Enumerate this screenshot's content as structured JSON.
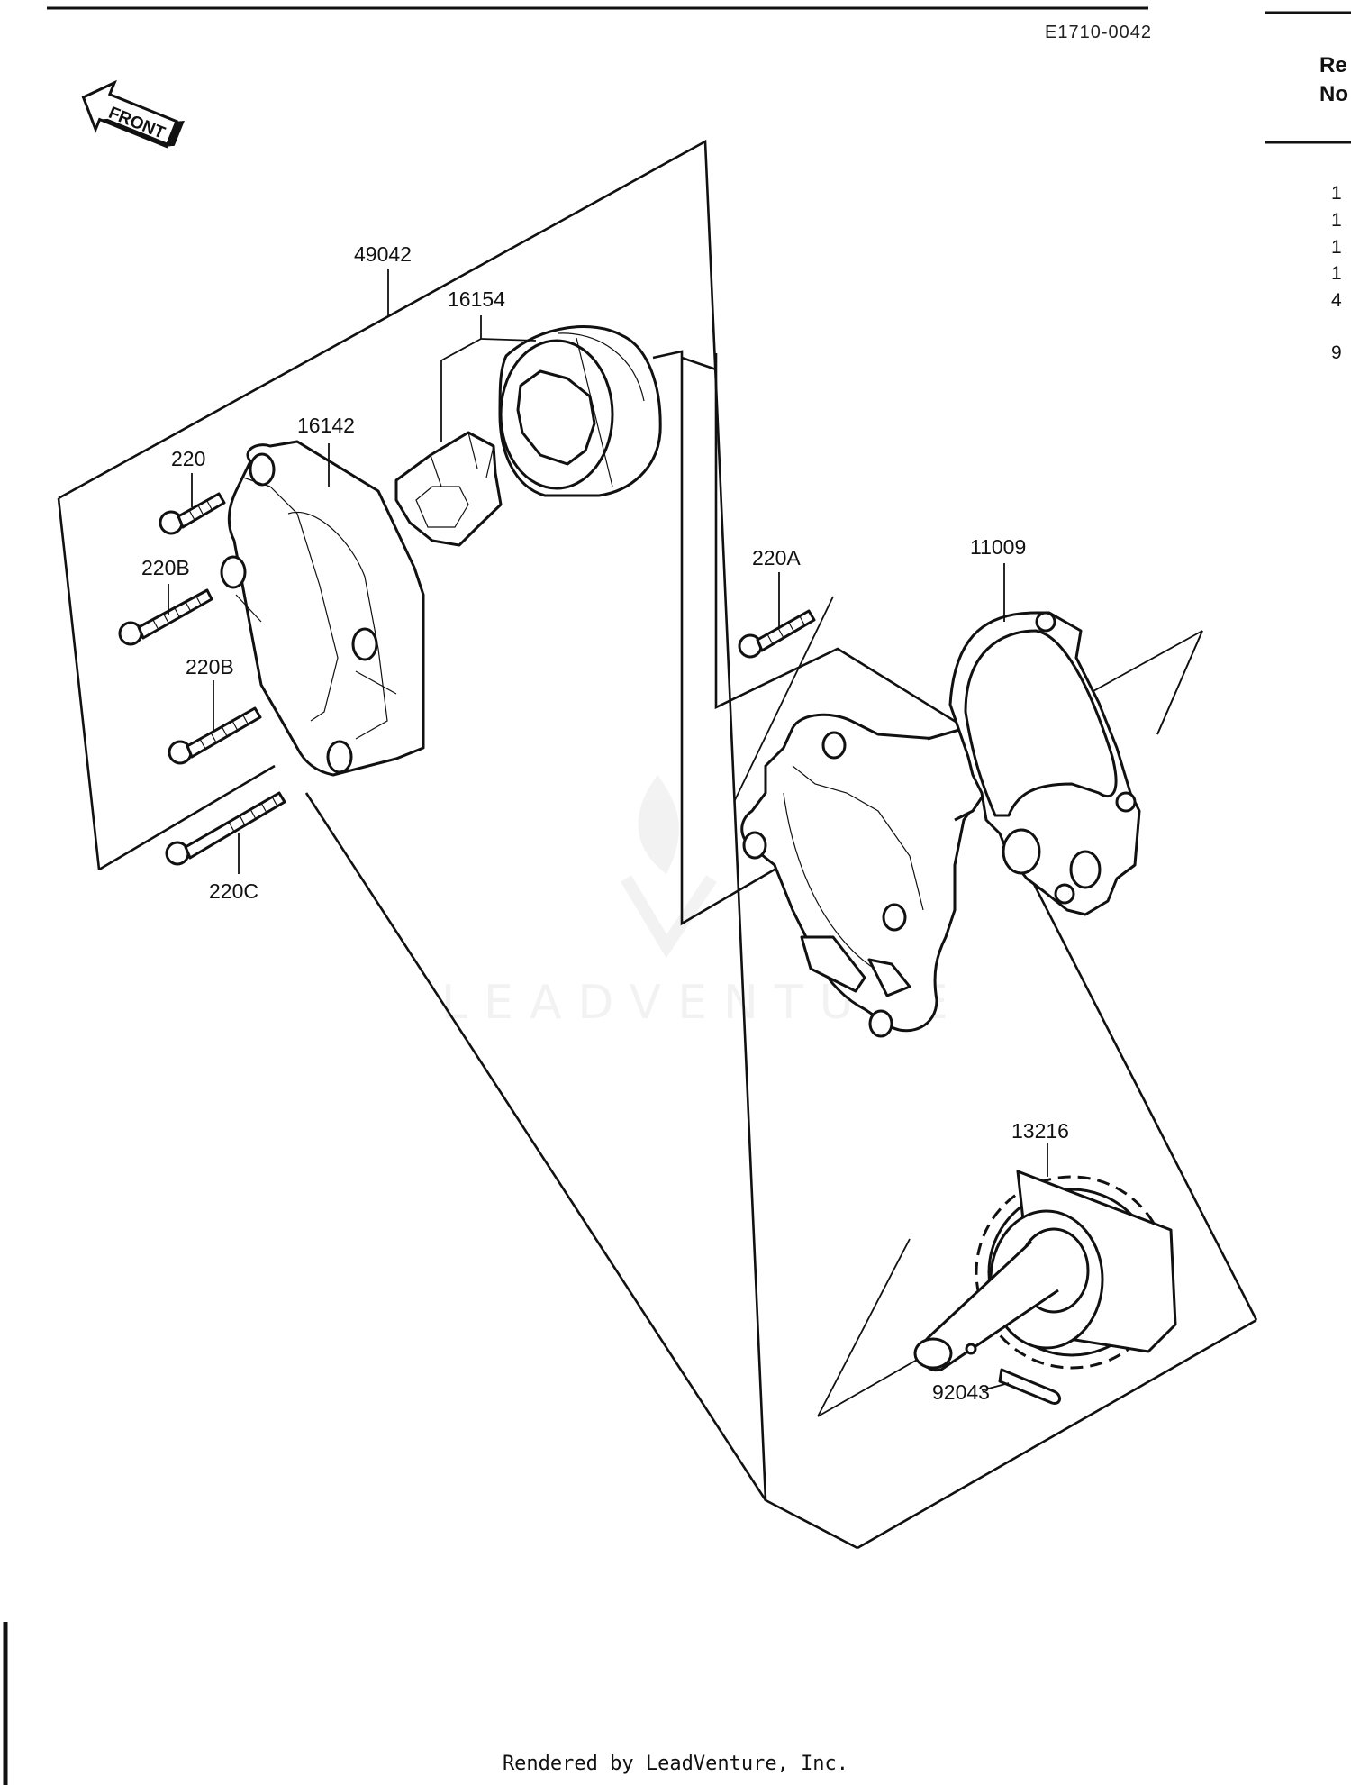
{
  "diagram_code": "E1710-0042",
  "front_label": "FRONT",
  "callouts": {
    "c49042": "49042",
    "c16154": "16154",
    "c16142": "16142",
    "c220": "220",
    "c220B_1": "220B",
    "c220B_2": "220B",
    "c220C": "220C",
    "c220A": "220A",
    "c11009": "11009",
    "c13216": "13216",
    "c92043": "92043"
  },
  "ref_table": {
    "header_line1": "Re",
    "header_line2": "No",
    "rows": [
      "1",
      "1",
      "1",
      "1",
      "4",
      "9"
    ]
  },
  "watermark": "LEADVENTURE",
  "footer": "Rendered by LeadVenture, Inc."
}
